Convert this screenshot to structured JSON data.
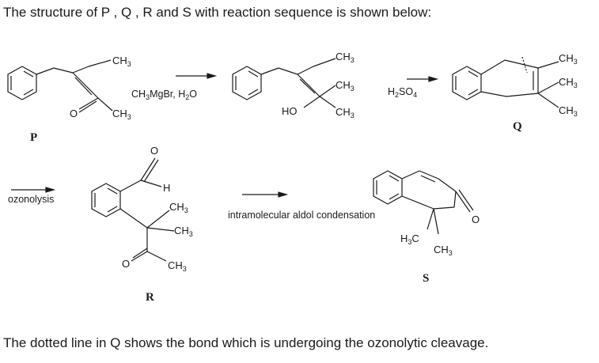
{
  "intro_text": "The structure of P , Q , R and S with reaction sequence is shown below:",
  "outro_text": "The dotted line in Q shows the bond which is undergoing the ozonolytic cleavage.",
  "labels": {
    "P": "P",
    "Q": "Q",
    "R": "R",
    "S": "S",
    "ch3": "CH",
    "ch3_sub": "3",
    "ho": "HO",
    "o": "O",
    "h": "H",
    "h3c_h": "H",
    "h3c_c": "C"
  },
  "reactions": {
    "step1_main": "CH",
    "step1_sub3": "3",
    "step1_mid": "MgBr, H",
    "step1_sub2": "2",
    "step1_end": "O",
    "step2_main": "H",
    "step2_sub2": "2",
    "step2_mid": "SO",
    "step2_sub4": "4",
    "step3": "ozonolysis",
    "step4": "intramolecular aldol condensation"
  }
}
